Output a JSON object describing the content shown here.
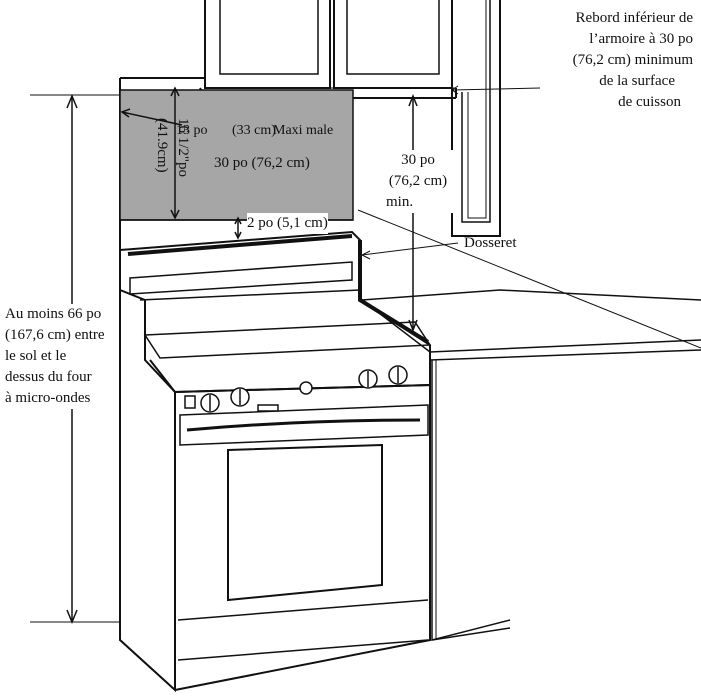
{
  "colors": {
    "ink": "#111111",
    "microwave_zone": "#a6a6a6",
    "background": "#ffffff"
  },
  "labels": {
    "cabinet_clearance": [
      "Rebord inférieur de",
      "l’armoire à 30 po",
      "(76,2 cm) minimum",
      "de la surface",
      "de cuisson"
    ],
    "height_zone": [
      "16 1/2\"po",
      "(41.9cm)"
    ],
    "width_13": "13 po",
    "width_33": "(33 cm)",
    "max": "Maxi male",
    "width_30": "30 po (76,2 cm)",
    "clearance_30": [
      "30 po",
      "(76,2 cm)",
      "min."
    ],
    "gap_2": "2 po (5,1 cm)",
    "backsplash": "Dosseret",
    "floor_height": [
      "Au moins 66 po",
      "(167,6 cm) entre",
      "le sol et le",
      "dessus du four",
      "à micro-ondes"
    ]
  }
}
